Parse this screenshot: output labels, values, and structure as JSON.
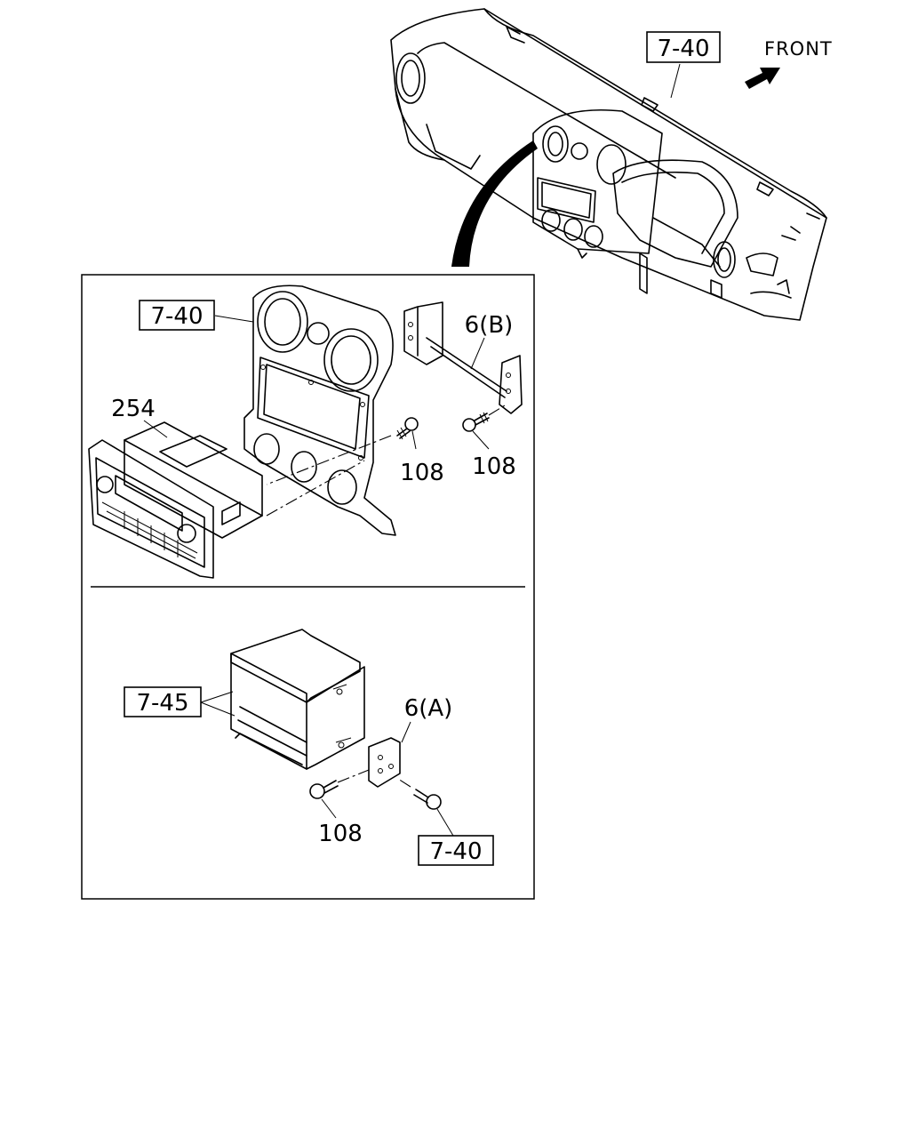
{
  "orientation": {
    "label": "FRONT",
    "arrow_icon": "front-direction-arrow-icon"
  },
  "callouts": {
    "dash_ref": "7-40",
    "bezel_ref": "7-40",
    "audio_unit": "254",
    "bracket_b": "6(B)",
    "screw_left_top": "108",
    "screw_right_top": "108",
    "pocket_ref": "7-45",
    "bracket_a": "6(A)",
    "screw_bottom": "108",
    "clip_ref": "7-40"
  },
  "colors": {
    "line": "#000000",
    "background": "#ffffff"
  }
}
